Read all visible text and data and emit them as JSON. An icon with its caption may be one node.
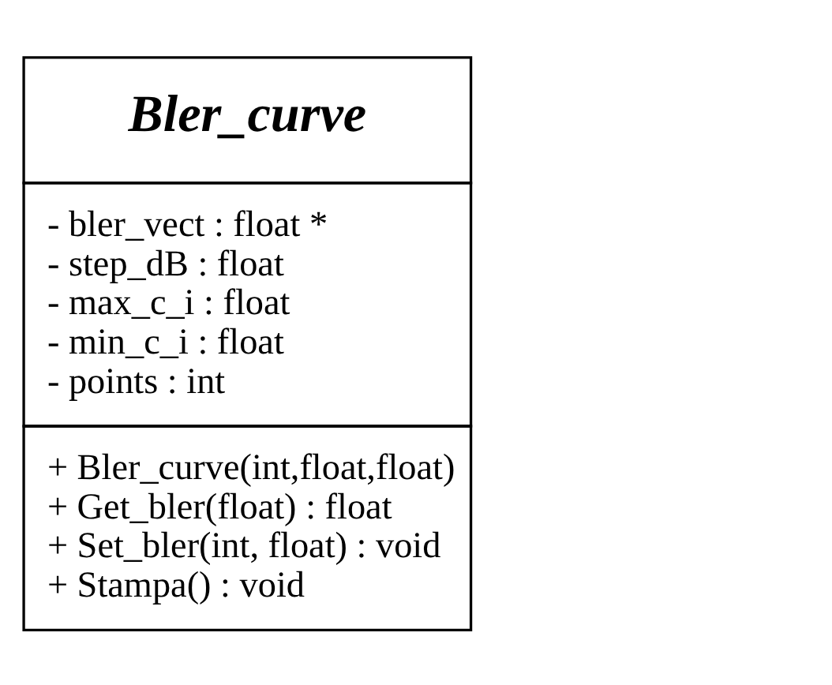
{
  "diagram": {
    "nodes": [
      {
        "text": [
          "Bler_curve",
          "- bler_vect : float *",
          "- step_dB : float",
          "- max_c_i : float",
          "- min_c_i : float",
          "- points : int",
          "+ Bler_curve(int,float,float)",
          "+ Get_bler(float) : float",
          "+ Set_bler(int, float) : void",
          "+ Stampa() : void"
        ]
      }
    ],
    "edges": []
  }
}
